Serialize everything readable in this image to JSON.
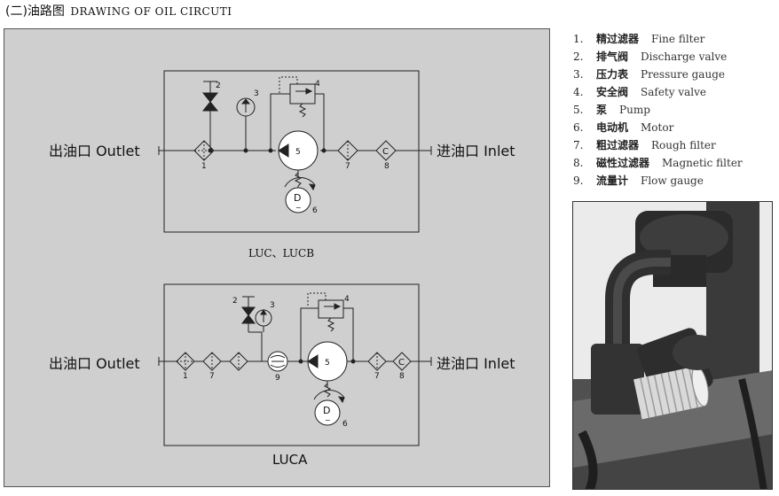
{
  "title": {
    "cn": "(二)油路图",
    "en": "DRAWING OF OIL CIRCUTI"
  },
  "diagram_top": {
    "outlet_label": "出油口 Outlet",
    "inlet_label": "进油口 Inlet",
    "caption": "LUC、LUCB",
    "numbers": {
      "n1": "1",
      "n2": "2",
      "n3": "3",
      "n4": "4",
      "n5": "5",
      "n6": "6",
      "n7": "7",
      "n8": "8"
    },
    "motor_letter": "D",
    "magnet_letter": "C"
  },
  "diagram_bottom": {
    "outlet_label": "出油口 Outlet",
    "inlet_label": "进油口 Inlet",
    "caption": "LUCA",
    "numbers": {
      "n1": "1",
      "n7a": "7",
      "n2": "2",
      "n3": "3",
      "n4": "4",
      "n5": "5",
      "n6": "6",
      "n9": "9",
      "n7b": "7",
      "n8": "8"
    },
    "motor_letter": "D",
    "magnet_letter": "C"
  },
  "legend": [
    {
      "num": "1.",
      "cn": "精过滤器",
      "en": "Fine filter"
    },
    {
      "num": "2.",
      "cn": "排气阀",
      "en": "Discharge valve"
    },
    {
      "num": "3.",
      "cn": "压力表",
      "en": "Pressure gauge"
    },
    {
      "num": "4.",
      "cn": "安全阀",
      "en": "Safety valve"
    },
    {
      "num": "5.",
      "cn": "泵",
      "en": "Pump"
    },
    {
      "num": "6.",
      "cn": "电动机",
      "en": "Motor"
    },
    {
      "num": "7.",
      "cn": "粗过滤器",
      "en": "Rough filter"
    },
    {
      "num": "8.",
      "cn": "磁性过滤器",
      "en": "Magnetic filter"
    },
    {
      "num": "9.",
      "cn": "流量计",
      "en": "Flow gauge"
    }
  ],
  "colors": {
    "panel_bg": "#cfcfcf",
    "line": "#222222"
  }
}
